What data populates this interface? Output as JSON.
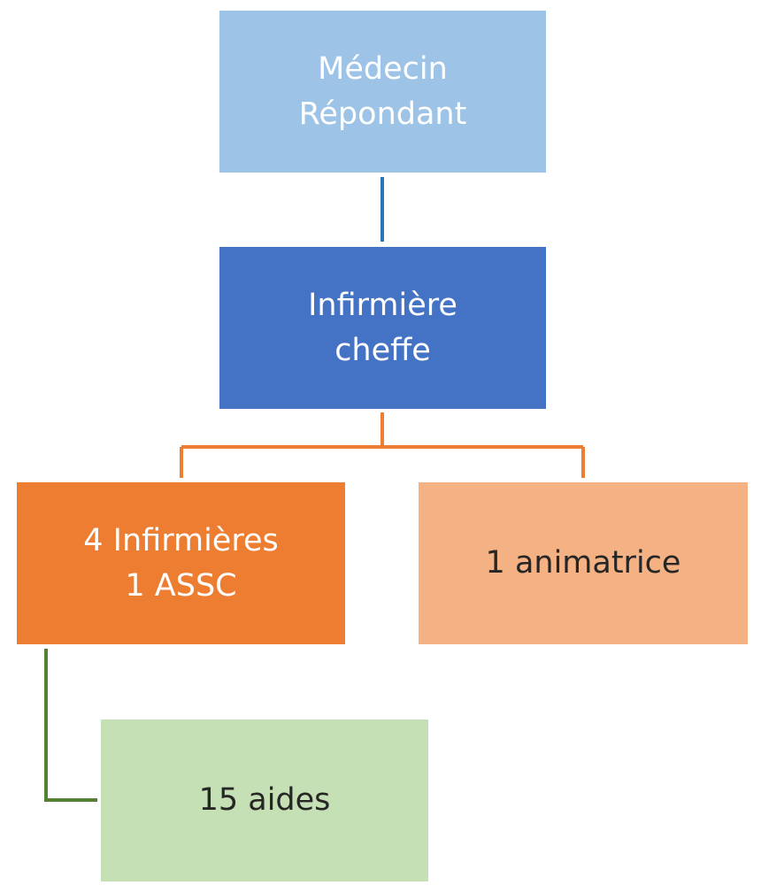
{
  "colors": {
    "medecin_fill": "#9DC3E6",
    "infirmiere_fill": "#4472C4",
    "equipe_fill": "#ED7D31",
    "animatrice_fill": "#F4B183",
    "aides_fill": "#C5E0B4",
    "connector_blue": "#2E75B6",
    "connector_orange": "#ED7D31",
    "connector_green": "#548235"
  },
  "nodes": {
    "medecin": {
      "line1": "Médecin",
      "line2": "Répondant"
    },
    "infirmiere_cheffe": {
      "line1": "Infirmière",
      "line2": "cheffe"
    },
    "equipe_soins": {
      "line1": "4 Infirmières",
      "line2": "1 ASSC"
    },
    "animatrice": {
      "label": "1 animatrice"
    },
    "aides": {
      "label": "15 aides"
    }
  }
}
